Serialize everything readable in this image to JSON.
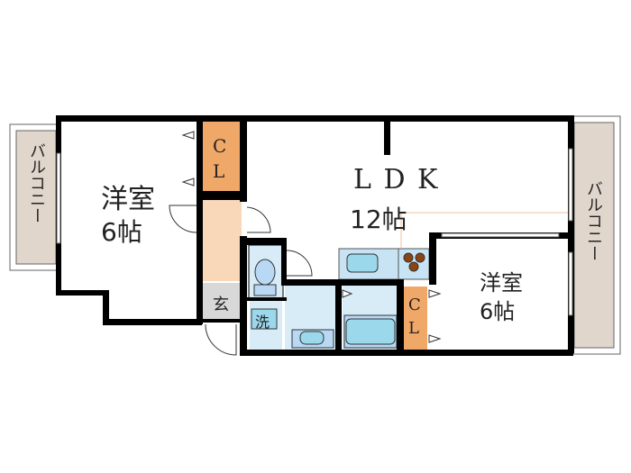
{
  "floorplan": {
    "rooms": [
      {
        "id": "western-room-left",
        "label": "洋室",
        "size": "6帖"
      },
      {
        "id": "ldk",
        "label": "L D K",
        "size": "12帖"
      },
      {
        "id": "western-room-right",
        "label": "洋室",
        "size": "6帖"
      }
    ],
    "closets": [
      {
        "id": "closet-left",
        "label": "C\nL",
        "line1": "C",
        "line2": "L"
      },
      {
        "id": "closet-right",
        "label": "C\nL",
        "line1": "C",
        "line2": "L"
      }
    ],
    "balconies": [
      {
        "id": "balcony-left",
        "label": "バルコニー"
      },
      {
        "id": "balcony-right",
        "label": "バルコニー"
      }
    ],
    "entrance_label": "玄",
    "washer_label": "洗",
    "colors": {
      "wall": "#000000",
      "closet": "#f0a868",
      "hallway": "#f8d8b8",
      "entrance": "#d8d8d8",
      "balcony": "#e0d6cc",
      "wet_area": "#d8ecf8",
      "fixture": "#9cd8ec",
      "stove": "#8b4513"
    }
  }
}
